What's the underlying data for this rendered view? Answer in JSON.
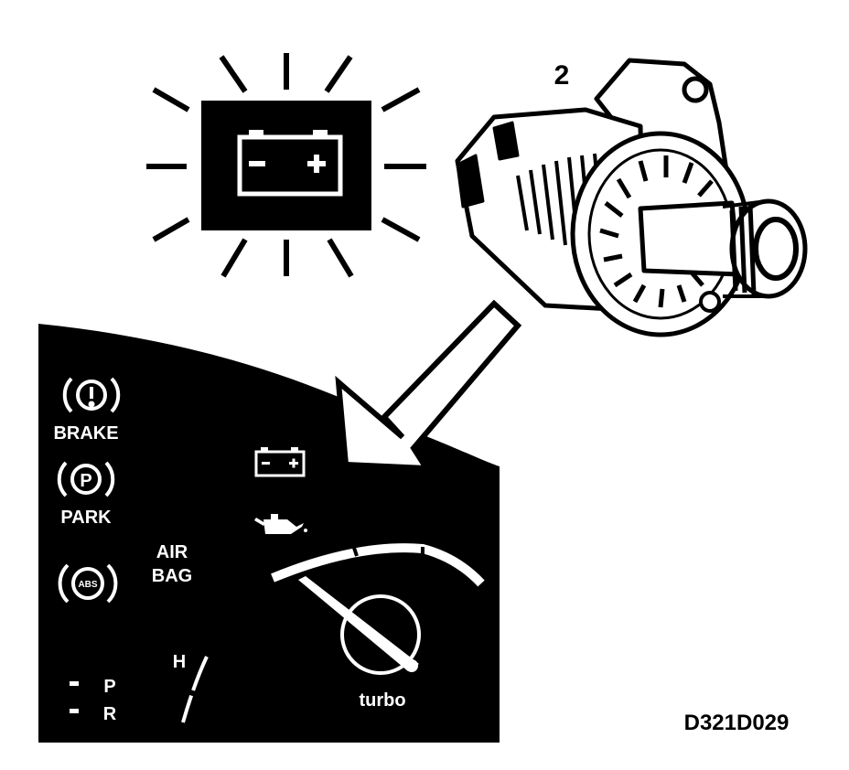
{
  "callout_number": "2",
  "figure_code": "D321D029",
  "panel": {
    "brake_label": "BRAKE",
    "park_label": "PARK",
    "abs_label": "ABS",
    "airbag_line1": "AIR",
    "airbag_line2": "BAG",
    "temp_label": "H",
    "gear_p": "P",
    "gear_r": "R",
    "turbo_label": "turbo"
  },
  "battery_symbols": {
    "minus": "−",
    "plus": "+"
  },
  "icons": [
    "charging-warning-icon",
    "alternator",
    "pointer-arrow",
    "brake-warning-icon",
    "park-brake-icon",
    "abs-icon",
    "battery-icon",
    "oil-pressure-icon",
    "turbo-gauge",
    "temperature-gauge"
  ],
  "colors": {
    "ink": "#000000",
    "paper": "#ffffff"
  }
}
